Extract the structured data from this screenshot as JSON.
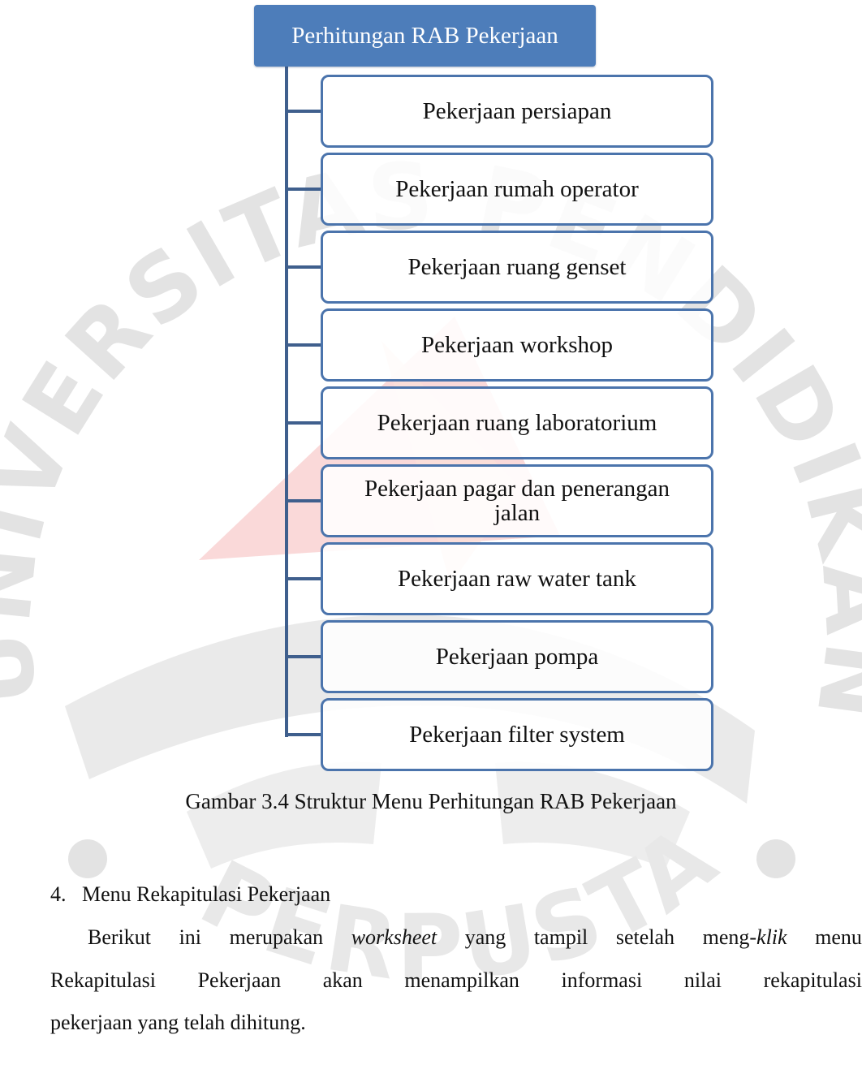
{
  "diagram": {
    "root": "Perhitungan RAB Pekerjaan",
    "items": [
      "Pekerjaan persiapan",
      "Pekerjaan rumah operator",
      "Pekerjaan ruang genset",
      "Pekerjaan workshop",
      "Pekerjaan ruang laboratorium",
      "Pekerjaan pagar dan penerangan jalan",
      "Pekerjaan raw water tank",
      "Pekerjaan pompa",
      "Pekerjaan filter system"
    ],
    "caption": "Gambar 3.4 Struktur Menu Perhitungan RAB Pekerjaan"
  },
  "section": {
    "heading": "4.   Menu Rekapitulasi Pekerjaan",
    "para_line1": [
      "Berikut",
      "ini",
      "merupakan",
      "worksheet",
      "yang",
      "tampil",
      "setelah",
      "meng-",
      "klik",
      "menu"
    ],
    "para_line2": [
      "Rekapitulasi",
      "Pekerjaan",
      "akan",
      "menampilkan",
      "informasi",
      "nilai",
      "rekapitulasi"
    ],
    "para_line3": "pekerjaan yang telah dihitung."
  },
  "colors": {
    "root_fill": "#4d7dba",
    "box_border": "#4b74ac",
    "connector": "#3f5f8d",
    "watermark_gray": "#e3e3e3",
    "watermark_red": "#f9cfcf"
  },
  "watermark_text": "UNIVERSITAS PENDIDIKAN INDONESIA PERPUSTAKAAN"
}
